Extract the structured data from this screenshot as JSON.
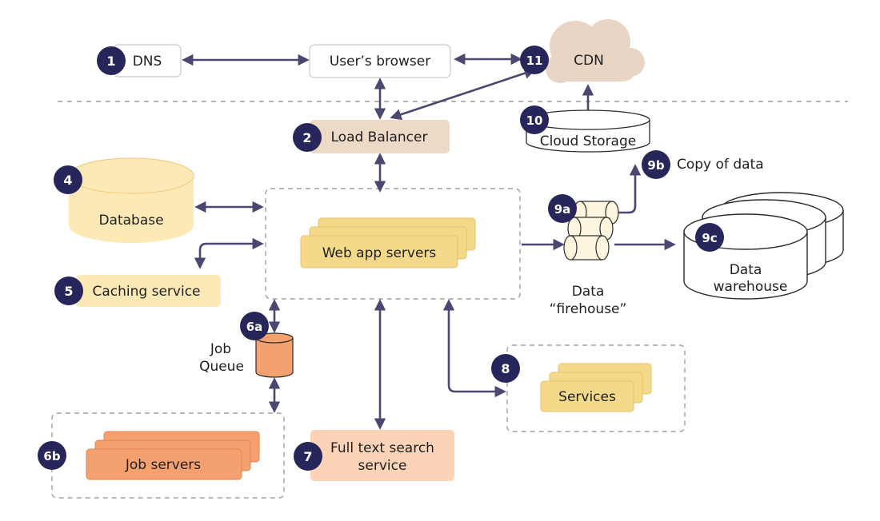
{
  "colors": {
    "badge": "#27265a",
    "arrow": "#4a4870",
    "divider": "#9a9a9a",
    "cdn_cloud": "#e8d5c4",
    "load_balancer": "#ecd9c6",
    "database": "#fde9b6",
    "caching": "#fde9b6",
    "web_servers": "#f4d98a",
    "services": "#f4d98a",
    "job_queue": "#f4a06f",
    "job_servers": "#f4a06f",
    "search": "#fcd3b6",
    "firehose": "#fdf5de"
  },
  "nodes": {
    "dns": {
      "badge": "1",
      "label": "DNS"
    },
    "browser": {
      "label": "User’s browser"
    },
    "cdn": {
      "badge": "11",
      "label": "CDN"
    },
    "load_balancer": {
      "badge": "2",
      "label": "Load Balancer"
    },
    "cloud_storage": {
      "badge": "10",
      "label": "Cloud Storage"
    },
    "copy_of_data": {
      "badge": "9b",
      "label": "Copy of data"
    },
    "database": {
      "badge": "4",
      "label": "Database"
    },
    "web_app_servers": {
      "label": "Web app servers"
    },
    "caching_service": {
      "badge": "5",
      "label": "Caching service"
    },
    "firehose": {
      "badge": "9a",
      "label_line1": "Data",
      "label_line2": "“firehouse”"
    },
    "data_warehouse": {
      "badge": "9c",
      "label_line1": "Data",
      "label_line2": "warehouse"
    },
    "job_queue": {
      "badge": "6a",
      "label_line1": "Job",
      "label_line2": "Queue"
    },
    "services": {
      "badge": "8",
      "label": "Services"
    },
    "job_servers": {
      "badge": "6b",
      "label": "Job servers"
    },
    "full_text_search": {
      "badge": "7",
      "label_line1": "Full text search",
      "label_line2": "service"
    }
  }
}
